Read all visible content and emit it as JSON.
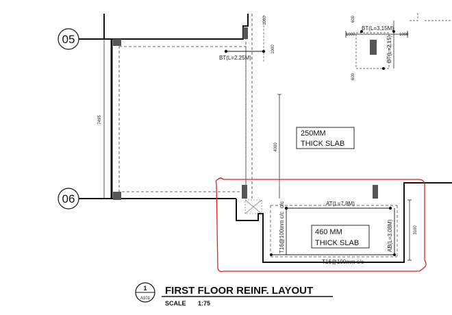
{
  "grid": {
    "row_05": "05",
    "row_06": "06"
  },
  "slabs": {
    "slab_250": {
      "line1": "250MM",
      "line2": "THICK SLAB"
    },
    "slab_460": {
      "line1": "460 MM",
      "line2": "THICK SLAB"
    }
  },
  "bars": {
    "bt_left": "BT(L=2.25M)",
    "bt_detail_h": "BT(L=3.15M)",
    "bt_detail_v": "BT(L=2.15)",
    "at": "AT(L=7.8M)",
    "ab": "AB(L=3.08M)",
    "t16_left": "T16@100mm c/c",
    "t16_bottom": "T16@100mm c/c",
    "t16_top_cc": "c/c"
  },
  "dims": {
    "left_span": "7495",
    "small_1": "1000",
    "small_2": "1000",
    "detail_top": "600",
    "detail_side": "1000",
    "detail_right": "1000",
    "detail_bottom": "600",
    "mid_vertical": "4000",
    "right_vertical": "3100"
  },
  "title_block": {
    "number": "1",
    "sheet": "A101",
    "title": "FIRST FLOOR REINF. LAYOUT",
    "scale_label": "SCALE",
    "scale_value": "1:75"
  },
  "colors": {
    "line": "#111111",
    "revision_cloud": "#e02020",
    "column_fill": "#555555"
  }
}
